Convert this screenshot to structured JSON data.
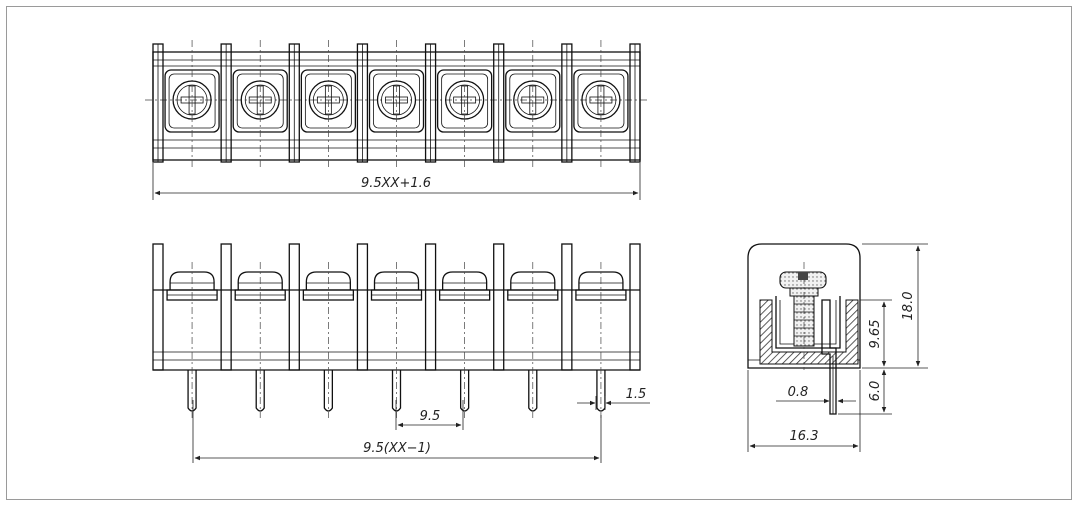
{
  "diagram": {
    "positions": 7,
    "labels": {
      "overall_length": "9.5XX+1.6",
      "pin_span": "9.5(XX−1)",
      "pitch": "9.5",
      "pin_width": "1.5",
      "depth": "16.3",
      "height": "18.0",
      "body_height": "9.65",
      "pin_length": "6.0",
      "pin_thickness": "0.8"
    }
  }
}
